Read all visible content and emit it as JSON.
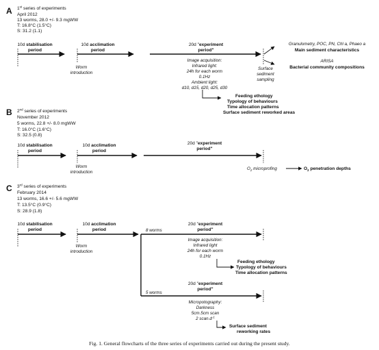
{
  "panels": [
    {
      "letter": "A",
      "series_ord": "1",
      "series_sup": "st",
      "series_rest": " series of experiments",
      "date": "April 2012",
      "worms": "13 worms, 28.0 +/- 9.3 mgWW",
      "temp": "T: 16.8°C (1.5°C)",
      "sal": "S: 31.2 (1.1)",
      "stab_1": "10d ",
      "stab_2": "stabilisation",
      "stab_3": "period",
      "accl_1": "10d ",
      "accl_2": "acclimation",
      "accl_3": "period",
      "worm_intro": [
        "Worm",
        "introduction"
      ],
      "exp_1": "20d \"",
      "exp_2": "experiment",
      "exp_3": "period\"",
      "image_acq": [
        "Image acquisition:",
        "Infrared light:",
        "24h for each worm",
        "0.1Hz",
        "Ambient light:",
        "d10, d15, d20, d25, d30"
      ],
      "surface_sampling": [
        "Surface",
        "sediment",
        "sampling"
      ],
      "granulometry": "Granulometry, POC, PN, Chl a, Phaeo a",
      "main_sediment": "Main sediment characteristics",
      "arisa": "ARISA",
      "bacterial": "Bacterial community compositions",
      "outcomes": [
        "Feeding ethology",
        "Typology of behaviours",
        "Time allocation patterns",
        "Surface sediment reworked areas"
      ]
    },
    {
      "letter": "B",
      "series_ord": "2",
      "series_sup": "nd",
      "series_rest": " series of experiments",
      "date": "November 2012",
      "worms": "5 worms, 22.8 +/- 8.0 mgWW",
      "temp": "T: 16.0°C (1.6°C)",
      "sal": "S: 32.5 (0.8)",
      "stab_1": "10d ",
      "stab_2": "stabilisation",
      "stab_3": "period",
      "accl_1": "10d ",
      "accl_2": "acclimation",
      "accl_3": "period",
      "worm_intro": [
        "Worm",
        "introduction"
      ],
      "exp_1": "20d \"",
      "exp_2": "experiment",
      "exp_3": "period\"",
      "o2_a": "O",
      "o2_b": "2",
      "o2_c": " microprofing",
      "pen_a": "O",
      "pen_b": "2",
      "pen_c": " penetration depths"
    },
    {
      "letter": "C",
      "series_ord": "3",
      "series_sup": "rd",
      "series_rest": " series of experiments",
      "date": "February 2014",
      "worms": "13 worms, 16.6 +/- 5.6 mgWW",
      "temp": "T: 13.5°C (0.9°C)",
      "sal": "S: 28.9 (1.8)",
      "stab_1": "10d ",
      "stab_2": "stabilisation",
      "stab_3": "period",
      "accl_1": "10d ",
      "accl_2": "acclimation",
      "accl_3": "period",
      "worm_intro": [
        "Worm",
        "introduction"
      ],
      "branch1_label": "8 worms",
      "branch2_label": "5 worms",
      "exp_1": "20d \"",
      "exp_2": "experiment",
      "exp_3": "period\"",
      "image_acq": [
        "Image acquisition:",
        "Infrared light",
        "24h for each worm",
        "0.1Hz"
      ],
      "outcomes1": [
        "Feeding ethology",
        "Typology of behaviours",
        "Time allocation patterns"
      ],
      "micro": [
        "Micropotography:",
        "Darkness",
        "5cm.5cm scan"
      ],
      "scan_a": "2 scan.d",
      "scan_b": "-1",
      "outcomes2": [
        "Surface sediment",
        "reworking rates"
      ]
    }
  ],
  "caption": "Fig. 1. General flowcharts of the three series of experiments carried out during the present study."
}
